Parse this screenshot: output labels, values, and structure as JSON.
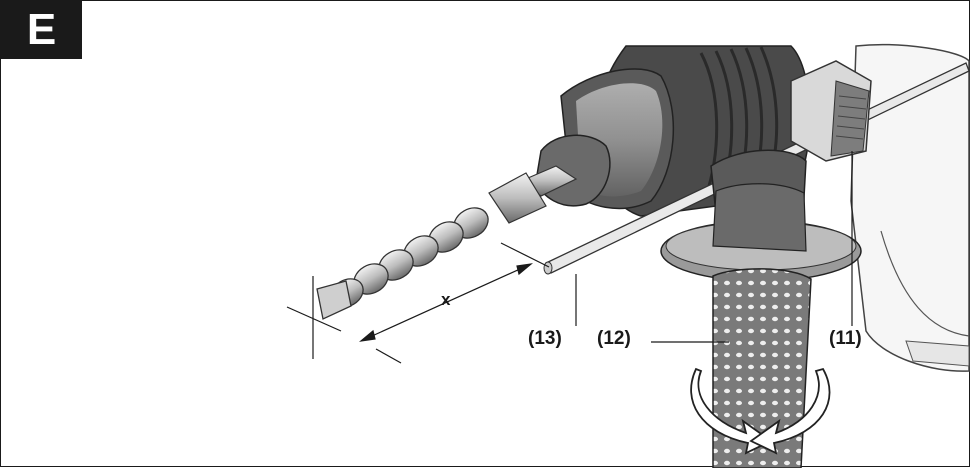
{
  "figure": {
    "badge": "E",
    "labels": {
      "depth_stop": "(13)",
      "auxiliary_handle": "(12)",
      "wing_bolt": "(11)",
      "drilling_depth": "x"
    }
  }
}
